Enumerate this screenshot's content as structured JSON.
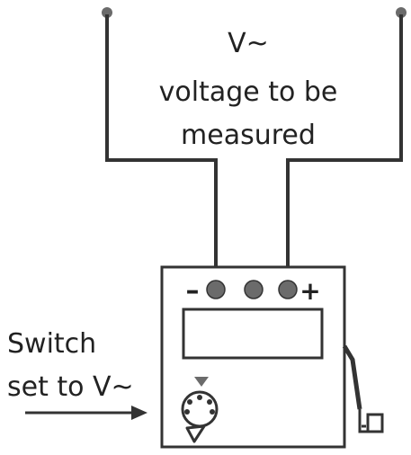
{
  "label_top_lines": [
    "V~",
    "voltage to be",
    "measured"
  ],
  "label_switch_lines": [
    "Switch",
    "set to V~"
  ],
  "terminal_signs": {
    "minus": "–",
    "plus": "+"
  },
  "colors": {
    "ink": "#333333",
    "terminal": "#6b6b6b",
    "background": "#ffffff"
  }
}
